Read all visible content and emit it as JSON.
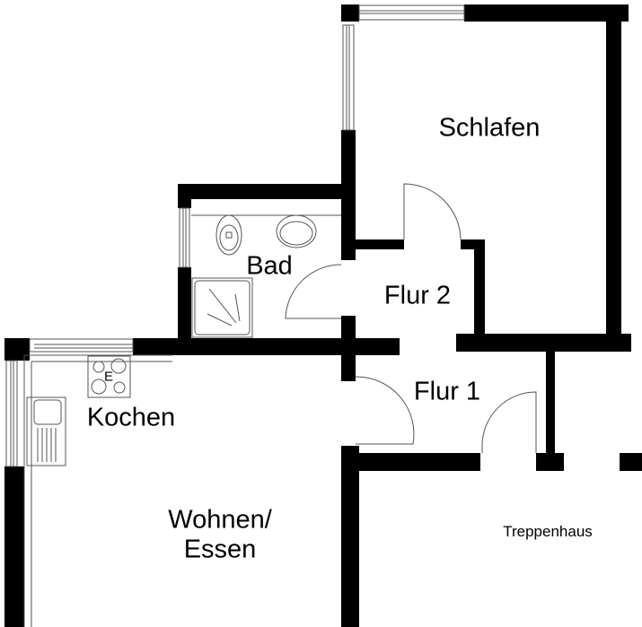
{
  "rooms": {
    "schlafen": "Schlafen",
    "bad": "Bad",
    "flur2": "Flur 2",
    "flur1": "Flur 1",
    "kochen": "Kochen",
    "wohnen_line1": "Wohnen/",
    "wohnen_line2": "Essen",
    "treppenhaus": "Treppenhaus"
  },
  "fixtures": {
    "stove_label": "E"
  },
  "colors": {
    "wall": "#000000",
    "background": "#ffffff",
    "line": "#555555"
  }
}
